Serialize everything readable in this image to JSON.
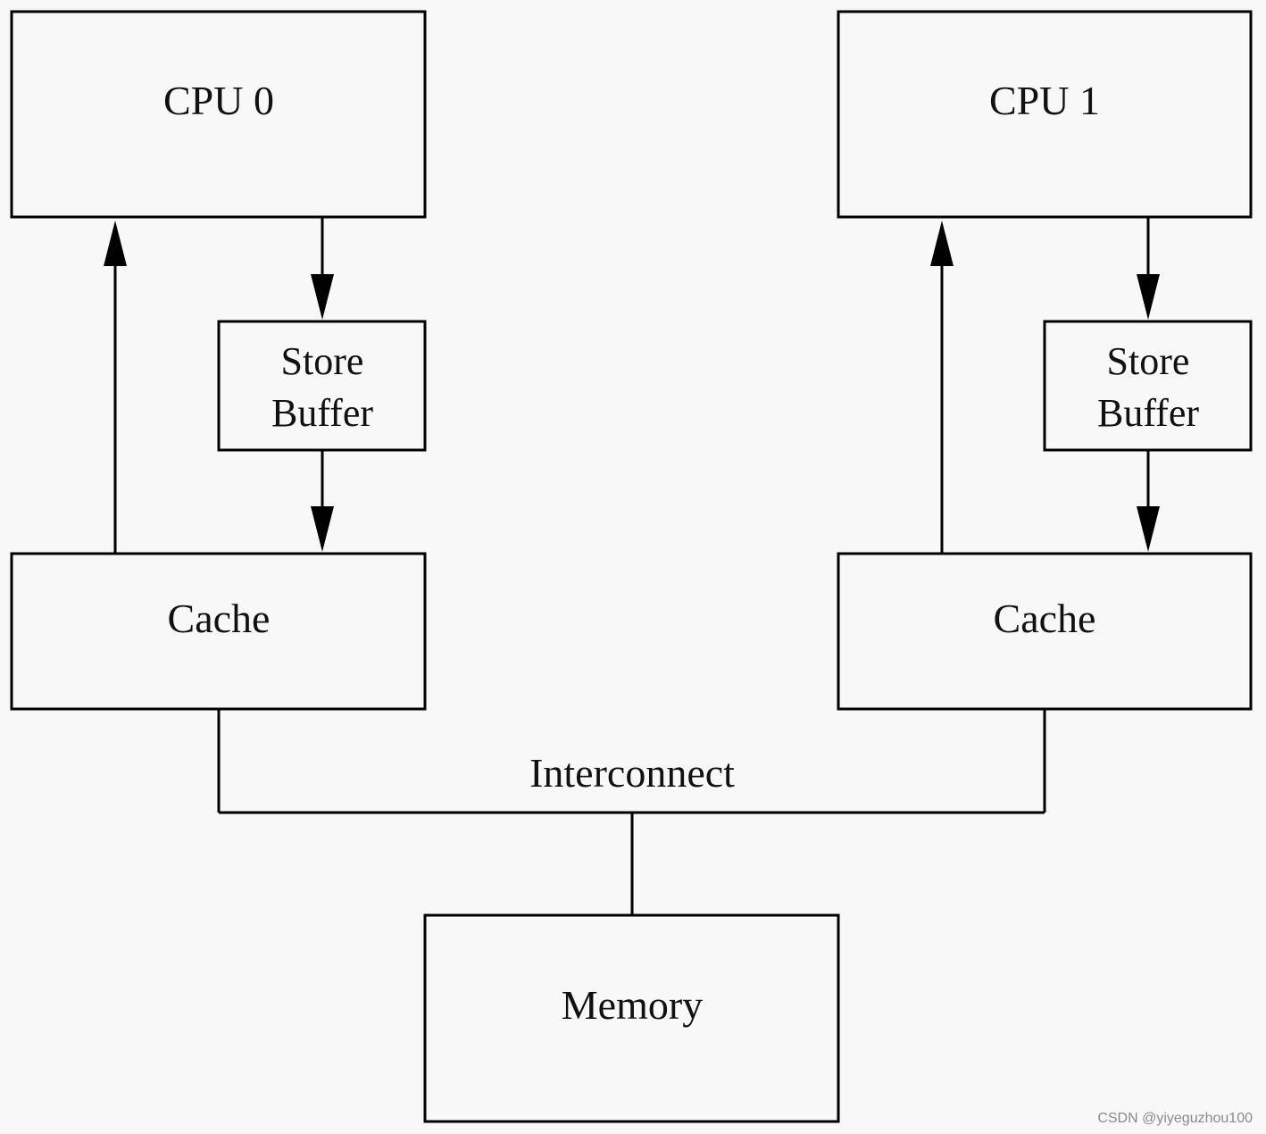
{
  "nodes": {
    "cpu0": {
      "label": "CPU 0"
    },
    "cpu1": {
      "label": "CPU 1"
    },
    "store_buffer_left": {
      "line1": "Store",
      "line2": "Buffer"
    },
    "store_buffer_right": {
      "line1": "Store",
      "line2": "Buffer"
    },
    "cache_left": {
      "label": "Cache"
    },
    "cache_right": {
      "label": "Cache"
    },
    "memory": {
      "label": "Memory"
    }
  },
  "interconnect": {
    "label": "Interconnect"
  },
  "watermark": {
    "text": "CSDN @yiyeguzhou100"
  },
  "colors": {
    "background": "#f8f8f8",
    "stroke": "#000000",
    "text": "#111111",
    "watermark": "#8a8a8a"
  }
}
